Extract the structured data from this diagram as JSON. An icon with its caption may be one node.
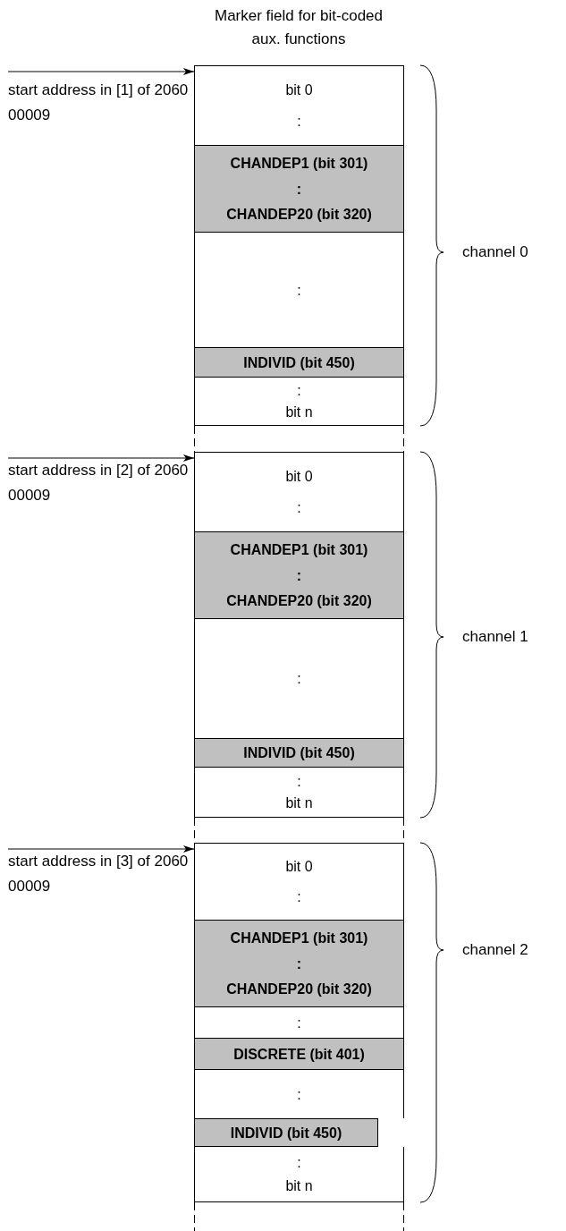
{
  "diagram": {
    "title": "Marker field for bit-coded aux. functions",
    "nodes": [
      {
        "text": [
          "start address in [1] of 2060 00009"
        ]
      },
      {
        "text": [
          "bit 0",
          ":"
        ]
      },
      {
        "text": [
          "CHANDEP1 (bit 301)",
          ":",
          "CHANDEP20 (bit 320)"
        ]
      },
      {
        "text": [
          ":"
        ]
      },
      {
        "text": [
          "INDIVID (bit 450)"
        ]
      },
      {
        "text": [
          ":",
          "bit n"
        ]
      },
      {
        "text": [
          "start address in [2] of 2060 00009"
        ]
      },
      {
        "text": [
          "bit 0",
          ":"
        ]
      },
      {
        "text": [
          "CHANDEP1 (bit 301)",
          ":",
          "CHANDEP20 (bit 320)"
        ]
      },
      {
        "text": [
          ":"
        ]
      },
      {
        "text": [
          "INDIVID (bit 450)"
        ]
      },
      {
        "text": [
          ":",
          "bit n"
        ]
      },
      {
        "text": [
          "start address in [3] of 2060 00009"
        ]
      },
      {
        "text": [
          "bit 0",
          ":"
        ]
      },
      {
        "text": [
          "CHANDEP1 (bit 301)",
          ":",
          "CHANDEP20 (bit 320)"
        ]
      },
      {
        "text": [
          ":"
        ]
      },
      {
        "text": [
          "DISCRETE (bit 401)"
        ]
      },
      {
        "text": [
          ":"
        ]
      },
      {
        "text": [
          "INDIVID (bit 450)"
        ]
      },
      {
        "text": [
          ":",
          "bit n"
        ]
      }
    ],
    "edges": [
      {
        "from": 0,
        "to": 1,
        "arrow": "to"
      },
      {
        "from": 6,
        "to": 7,
        "arrow": "to"
      },
      {
        "from": 12,
        "to": 13,
        "arrow": "to"
      }
    ],
    "labels": [
      "channel 0",
      "channel 1",
      "channel 2"
    ]
  }
}
